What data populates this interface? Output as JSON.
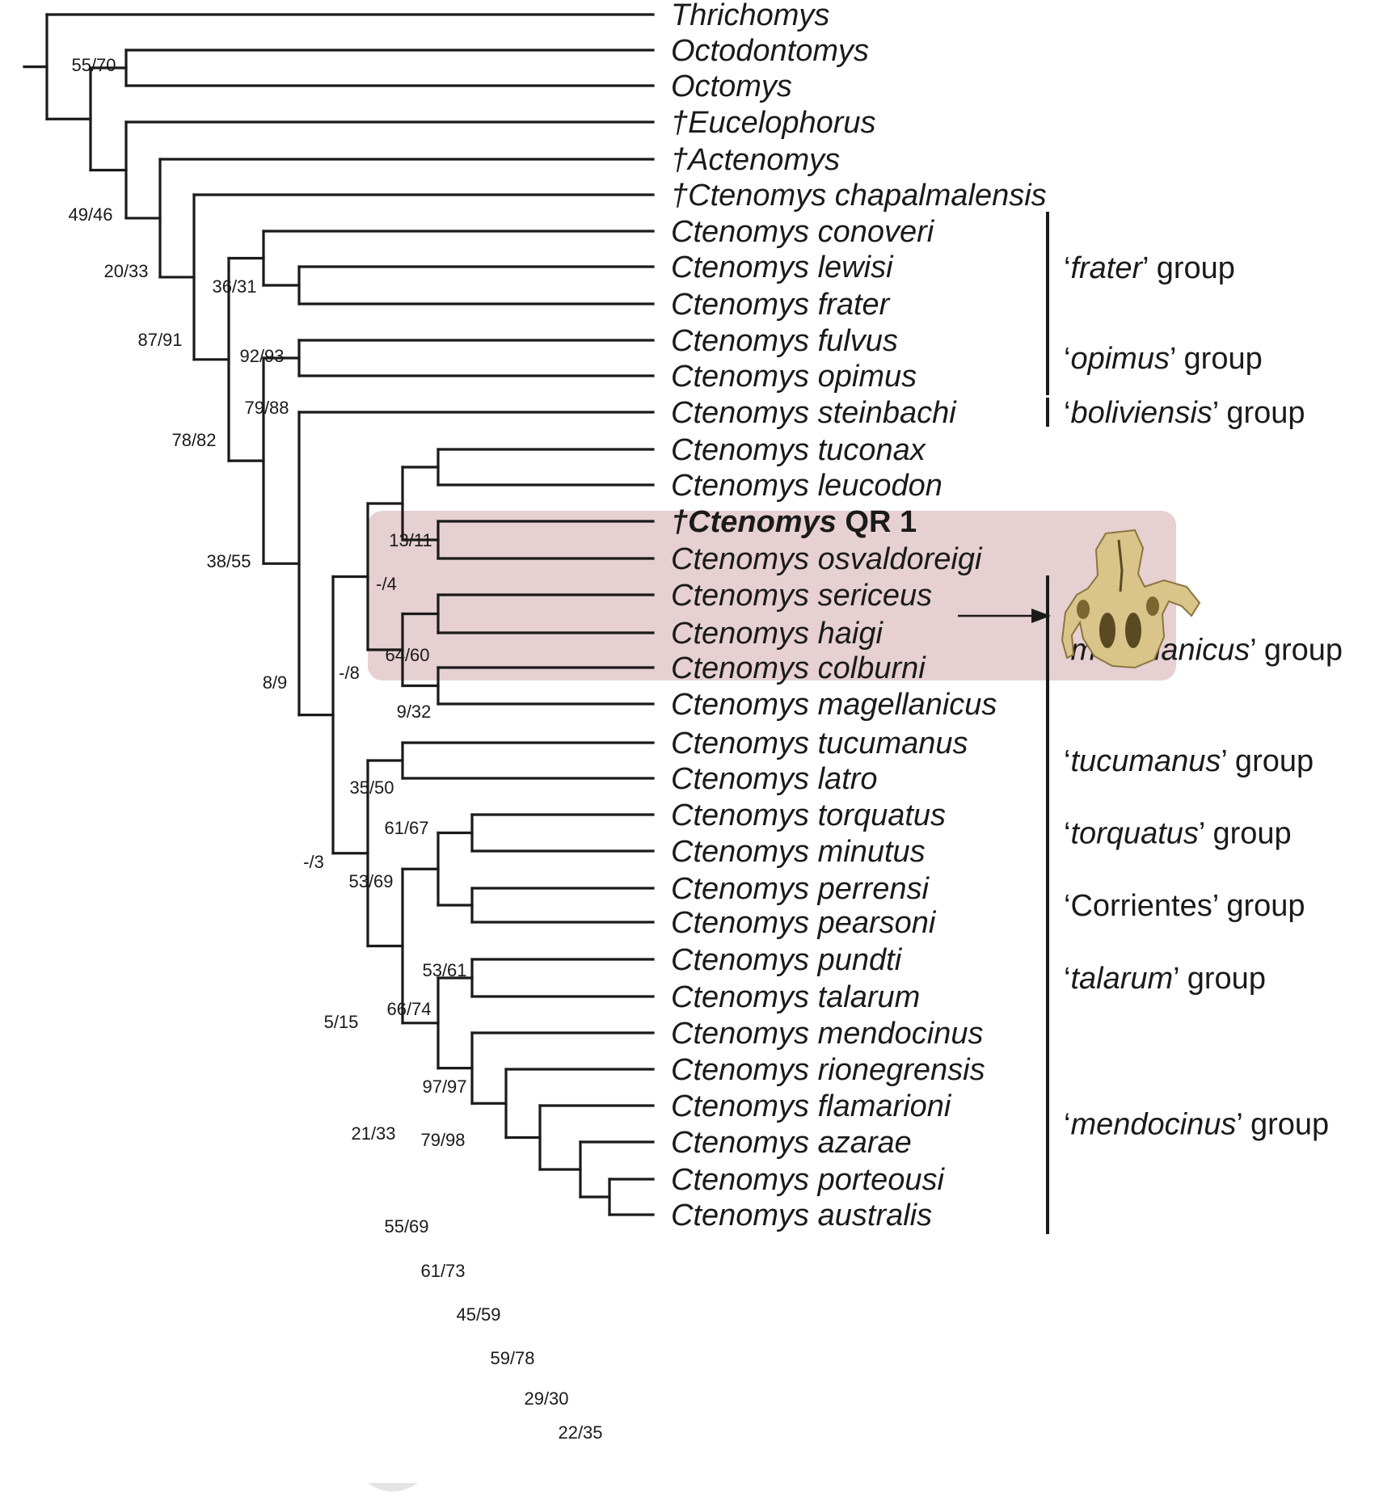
{
  "colors": {
    "line": "#1a1a1a",
    "highlight": "#e6d0d2",
    "skull": "#d9c48a"
  },
  "taxa": [
    {
      "id": "thrichomys",
      "name": "Thrichomys"
    },
    {
      "id": "octodontomys",
      "name": "Octodontomys"
    },
    {
      "id": "octomys",
      "name": "Octomys"
    },
    {
      "id": "eucelophorus",
      "name": "†Eucelophorus"
    },
    {
      "id": "actenomys",
      "name": "†Actenomys"
    },
    {
      "id": "chapalmalensis",
      "name": "†Ctenomys chapalmalensis"
    },
    {
      "id": "conoveri",
      "name": "Ctenomys conoveri"
    },
    {
      "id": "lewisi",
      "name": "Ctenomys lewisi"
    },
    {
      "id": "frater",
      "name": "Ctenomys frater"
    },
    {
      "id": "fulvus",
      "name": "Ctenomys fulvus"
    },
    {
      "id": "opimus",
      "name": "Ctenomys opimus"
    },
    {
      "id": "steinbachi",
      "name": "Ctenomys steinbachi"
    },
    {
      "id": "tuconax",
      "name": "Ctenomys tuconax"
    },
    {
      "id": "leucodon",
      "name": "Ctenomys leucodon"
    },
    {
      "id": "qr1",
      "name": "†Ctenomys",
      "suffix": " QR 1",
      "bold": true
    },
    {
      "id": "osvaldoreigi",
      "name": "Ctenomys osvaldoreigi"
    },
    {
      "id": "sericeus",
      "name": "Ctenomys sericeus"
    },
    {
      "id": "haigi",
      "name": "Ctenomys haigi"
    },
    {
      "id": "colburni",
      "name": "Ctenomys colburni"
    },
    {
      "id": "magellanicus",
      "name": "Ctenomys magellanicus"
    },
    {
      "id": "tucumanus",
      "name": "Ctenomys tucumanus"
    },
    {
      "id": "latro",
      "name": "Ctenomys latro"
    },
    {
      "id": "torquatus",
      "name": "Ctenomys torquatus"
    },
    {
      "id": "minutus",
      "name": "Ctenomys minutus"
    },
    {
      "id": "perrensi",
      "name": "Ctenomys perrensi"
    },
    {
      "id": "pearsoni",
      "name": "Ctenomys pearsoni"
    },
    {
      "id": "pundti",
      "name": "Ctenomys pundti"
    },
    {
      "id": "talarum",
      "name": "Ctenomys talarum"
    },
    {
      "id": "mendocinus",
      "name": "Ctenomys mendocinus"
    },
    {
      "id": "rionegrensis",
      "name": "Ctenomys rionegrensis"
    },
    {
      "id": "flamarioni",
      "name": "Ctenomys flamarioni"
    },
    {
      "id": "azarae",
      "name": "Ctenomys azarae"
    },
    {
      "id": "porteousi",
      "name": "Ctenomys porteousi"
    },
    {
      "id": "australis",
      "name": "Ctenomys australis"
    }
  ],
  "support_values": [
    {
      "id": "n_octo",
      "text": "55/70"
    },
    {
      "id": "n_euce",
      "text": "49/46"
    },
    {
      "id": "n_acte",
      "text": "20/33"
    },
    {
      "id": "n_chap",
      "text": "87/91"
    },
    {
      "id": "n_frater",
      "text": "36/31"
    },
    {
      "id": "n_lewfra",
      "text": "92/93"
    },
    {
      "id": "n_fratopim",
      "text": "78/82"
    },
    {
      "id": "n_opimus",
      "text": "79/88"
    },
    {
      "id": "n_upper",
      "text": "38/55"
    },
    {
      "id": "n_steinb",
      "text": "8/9"
    },
    {
      "id": "n_core",
      "text": "-/3"
    },
    {
      "id": "n_hlmag",
      "text": "-/8"
    },
    {
      "id": "n_hl",
      "text": "-/4"
    },
    {
      "id": "n_tuc",
      "text": "13/11"
    },
    {
      "id": "n_qr",
      "text": "64/60"
    },
    {
      "id": "n_mag",
      "text": "35/50"
    },
    {
      "id": "n_serhai",
      "text": "9/32"
    },
    {
      "id": "n_colmag",
      "text": "61/67"
    },
    {
      "id": "n_lower",
      "text": "5/15"
    },
    {
      "id": "n_tucum",
      "text": "53/69"
    },
    {
      "id": "n_tcpm",
      "text": "21/33"
    },
    {
      "id": "n_tc",
      "text": "66/74"
    },
    {
      "id": "n_torq",
      "text": "53/61"
    },
    {
      "id": "n_corr",
      "text": "97/97"
    },
    {
      "id": "n_tm",
      "text": "55/69"
    },
    {
      "id": "n_tal",
      "text": "79/98"
    },
    {
      "id": "n_mend",
      "text": "61/73"
    },
    {
      "id": "n_mend2",
      "text": "45/59"
    },
    {
      "id": "n_mend3",
      "text": "59/78"
    },
    {
      "id": "n_mend4",
      "text": "29/30"
    },
    {
      "id": "n_port",
      "text": "22/35"
    }
  ],
  "groups": [
    {
      "id": "frater",
      "name": "frater",
      "suffix": "’ group"
    },
    {
      "id": "opimus",
      "name": "opimus",
      "suffix": "’ group"
    },
    {
      "id": "boliviensis",
      "name": "boliviensis",
      "suffix": "’ group"
    },
    {
      "id": "magellanicus",
      "name": "magellanicus",
      "suffix": "’ group"
    },
    {
      "id": "tucumanus",
      "name": "tucumanus",
      "suffix": "’ group"
    },
    {
      "id": "torquatus",
      "name": "torquatus",
      "suffix": "’ group"
    },
    {
      "id": "corrientes",
      "name": "Corrientes",
      "suffix": "’ group",
      "roman": true
    },
    {
      "id": "talarum",
      "name": "talarum",
      "suffix": "’ group"
    },
    {
      "id": "mendocinus",
      "name": "mendocinus",
      "suffix": "’ group"
    }
  ]
}
